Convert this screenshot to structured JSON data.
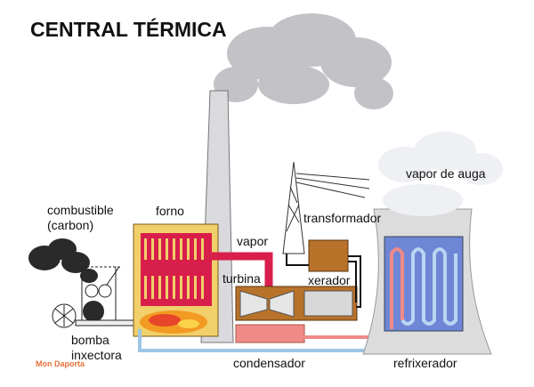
{
  "title": "CENTRAL TÉRMICA",
  "labels": {
    "fuel": "combustible",
    "fuel_type": "(carbon)",
    "furnace": "forno",
    "steam": "vapor",
    "turbine": "turbina",
    "transformer": "transformador",
    "generator": "xerador",
    "water_vapor": "vapor de auga",
    "pump_line1": "bomba",
    "pump_line2": "inxectora",
    "condenser": "condensador",
    "cooler": "refrixerador"
  },
  "credit": "Mon Daporta",
  "colors": {
    "furnace": "#f1cf6a",
    "steam": "#d81e4b",
    "housing": "#b8722a",
    "condensate": "#ef8a88",
    "cold_water": "#9cc6e6",
    "tower": "#dcdcdc",
    "panel": "#6f86d6"
  }
}
